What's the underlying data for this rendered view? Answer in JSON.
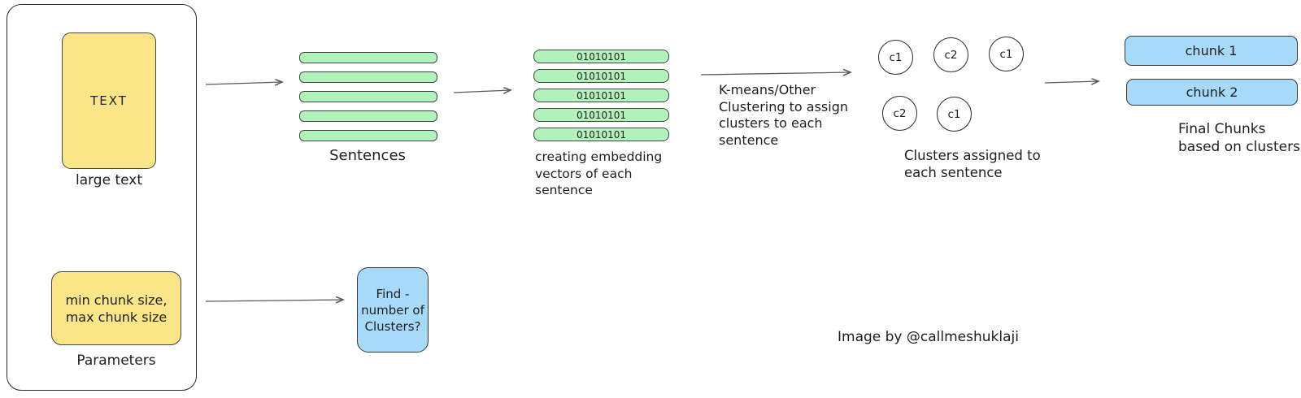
{
  "colors": {
    "yellow": "#FAE588",
    "green": "#B2F2BB",
    "blue": "#A7D9F8",
    "ink": "#1e1e1e",
    "arrow": "#5a5a5a"
  },
  "input_panel": {
    "text_box_label": "TEXT",
    "text_box_caption": "large text",
    "params_box_label": "min chunk size,\nmax chunk size",
    "params_box_caption": "Parameters"
  },
  "sentences": {
    "caption": "Sentences",
    "bar_count": 5
  },
  "embeddings": {
    "values": [
      "01010101",
      "01010101",
      "01010101",
      "01010101",
      "01010101"
    ],
    "caption": "creating embedding\nvectors of each\nsentence"
  },
  "clustering": {
    "arrow_label": "K-means/Other\nClustering to assign\nclusters to each\nsentence"
  },
  "clusters": {
    "circles": [
      "c1",
      "c2",
      "c1",
      "c2",
      "c1"
    ],
    "caption": "Clusters assigned to\neach sentence"
  },
  "chunks": {
    "items": [
      "chunk 1",
      "chunk 2"
    ],
    "caption": "Final Chunks\nbased on clusters"
  },
  "find_box": {
    "label": "Find -\nnumber of\nClusters?"
  },
  "attribution": "Image by @callmeshuklaji"
}
